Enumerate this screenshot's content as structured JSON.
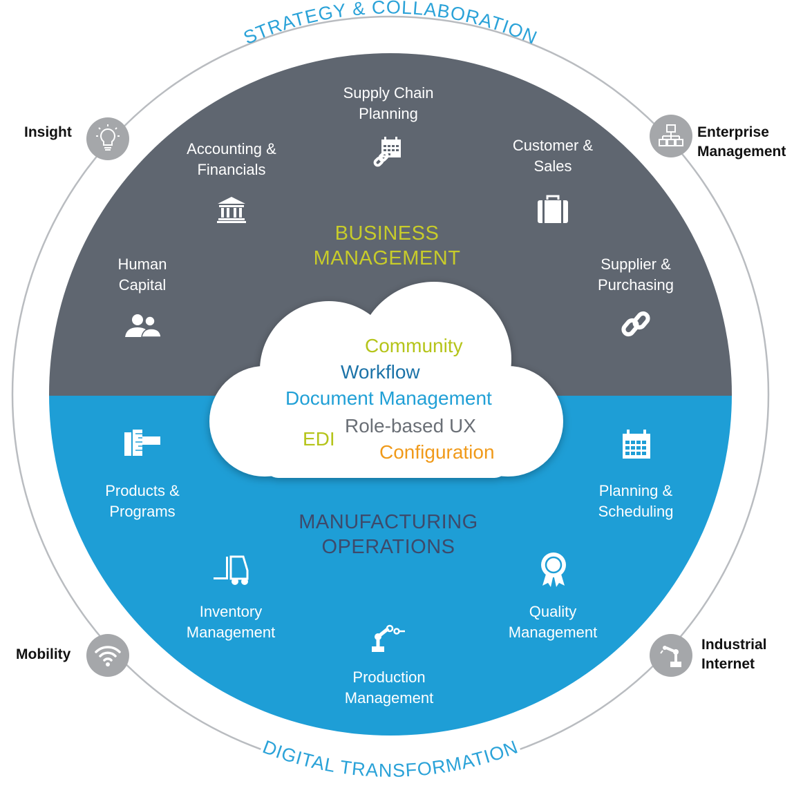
{
  "ring": {
    "top_label": "STRATEGY & COLLABORATION",
    "bottom_label": "DIGITAL TRANSFORMATION"
  },
  "side_nodes": {
    "insight": "Insight",
    "enterprise_management": [
      "Enterprise",
      "Management"
    ],
    "mobility": "Mobility",
    "industrial_internet": [
      "Industrial",
      "Internet"
    ]
  },
  "business": {
    "title": [
      "BUSINESS",
      "MANAGEMENT"
    ],
    "items": {
      "supply_chain": [
        "Supply Chain",
        "Planning"
      ],
      "accounting": [
        "Accounting &",
        "Financials"
      ],
      "customer": [
        "Customer &",
        "Sales"
      ],
      "human_capital": [
        "Human",
        "Capital"
      ],
      "supplier": [
        "Supplier &",
        "Purchasing"
      ]
    }
  },
  "manufacturing": {
    "title": [
      "MANUFACTURING",
      "OPERATIONS"
    ],
    "items": {
      "products": [
        "Products &",
        "Programs"
      ],
      "planning": [
        "Planning &",
        "Scheduling"
      ],
      "inventory": [
        "Inventory",
        "Management"
      ],
      "quality": [
        "Quality",
        "Management"
      ],
      "production": [
        "Production",
        "Management"
      ]
    }
  },
  "cloud": {
    "community": "Community",
    "workflow": "Workflow",
    "document_management": "Document Management",
    "role_based_ux": "Role-based UX",
    "edi": "EDI",
    "configuration": "Configuration"
  },
  "colors": {
    "business_bg": "#5f6670",
    "manufacturing_bg": "#1e9ed6",
    "business_title": "#c8cc2a",
    "manufacturing_title": "#3d4a6b",
    "ring": "#b9bcc0",
    "ring_text": "#2aa2d8",
    "node": "#a5a7aa",
    "community": "#b5c41a",
    "workflow": "#1c73a8",
    "document_management": "#21a0d6",
    "role_based_ux": "#6a6f76",
    "edi": "#b5c41a",
    "configuration": "#f09a1a"
  },
  "icons": [
    "lightbulb-icon",
    "org-chart-icon",
    "wifi-icon",
    "robot-arm-icon",
    "calendar-link-icon",
    "bank-icon",
    "briefcase-icon",
    "people-icon",
    "chain-link-icon",
    "ruler-icon",
    "calendar-icon",
    "forklift-icon",
    "award-ribbon-icon",
    "robot-arm-icon"
  ]
}
